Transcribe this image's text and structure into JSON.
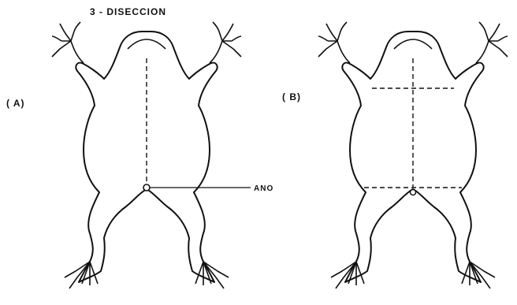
{
  "figure": {
    "title": "3 - DISECCION",
    "panel_a_label": "( A)",
    "panel_b_label": "( B)",
    "anus_label": "ANO"
  }
}
